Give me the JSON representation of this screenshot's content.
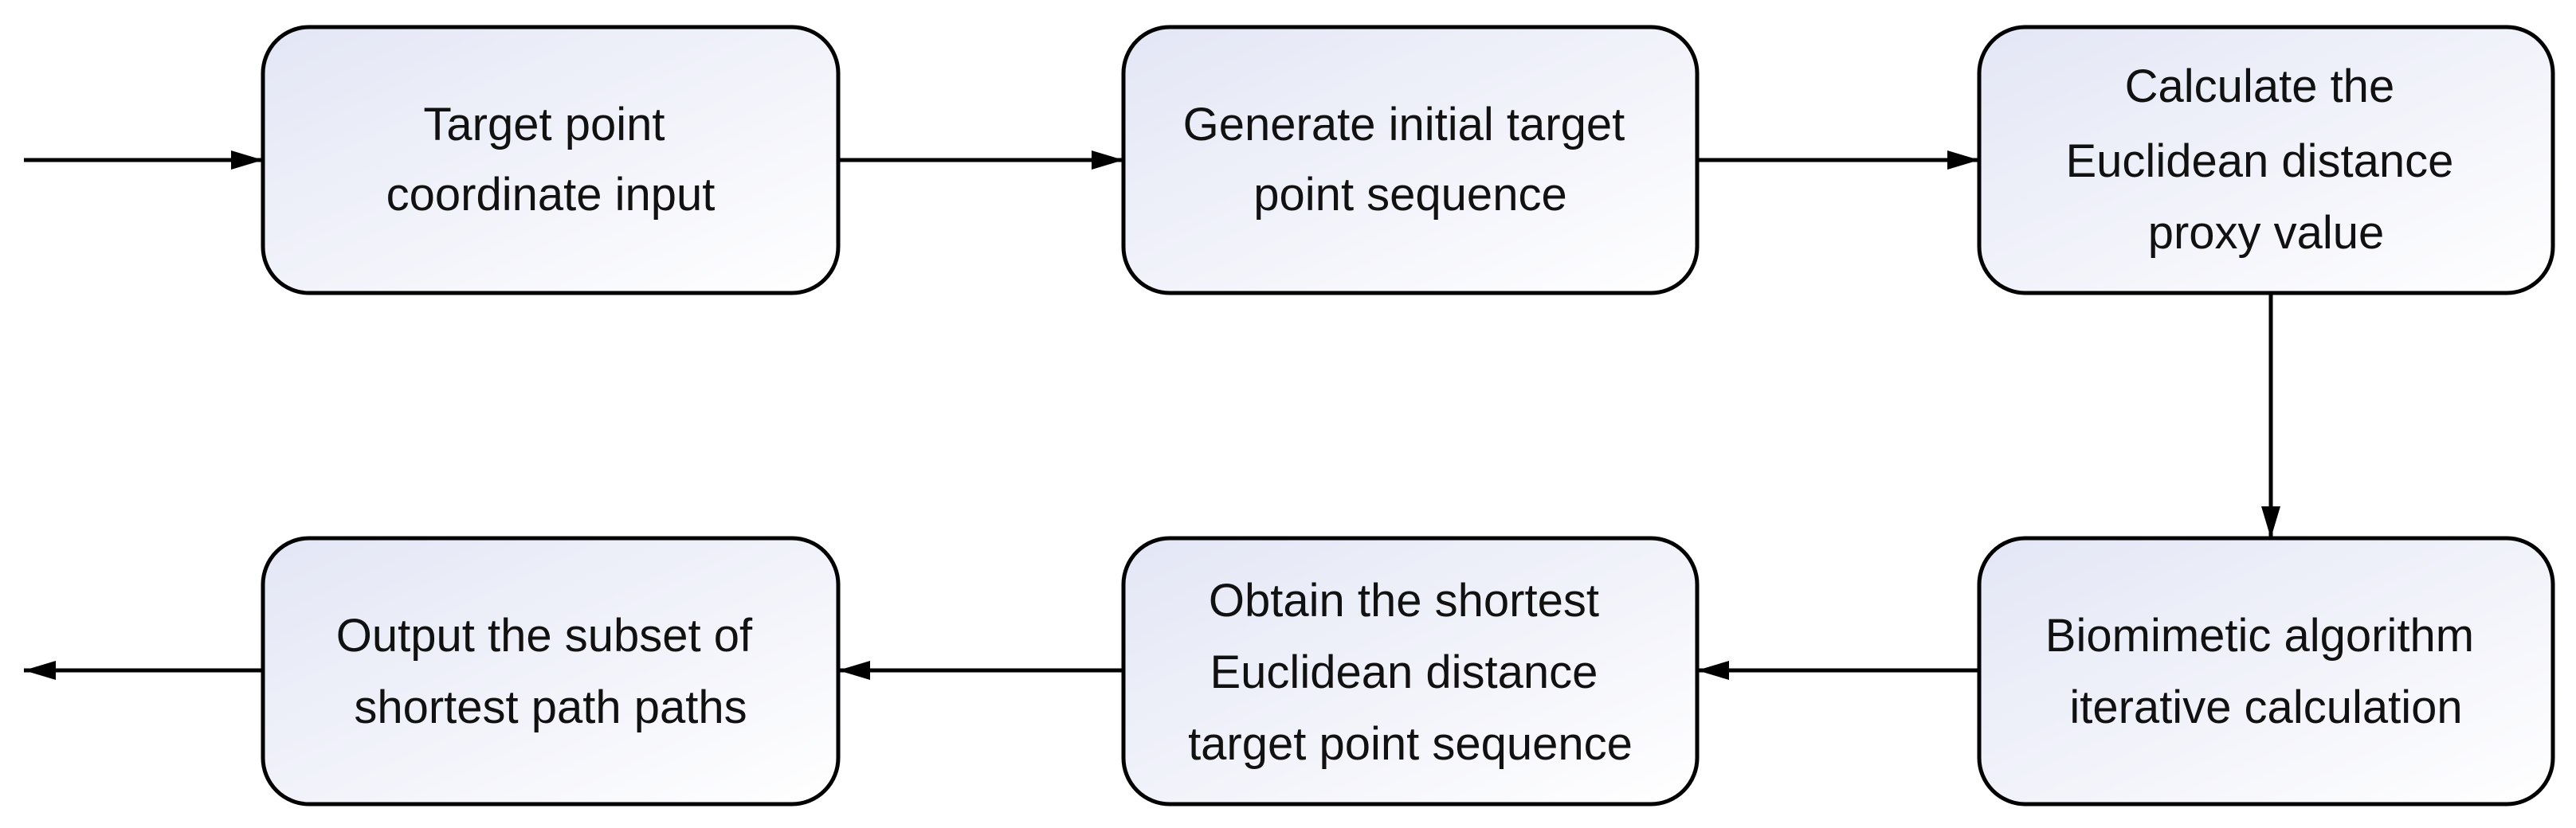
{
  "diagram": {
    "nodes": [
      {
        "id": "target-input",
        "lines": [
          "Target point",
          "coordinate input"
        ]
      },
      {
        "id": "generate-sequence",
        "lines": [
          "Generate initial target",
          "point sequence"
        ]
      },
      {
        "id": "calc-distance",
        "lines": [
          "Calculate the",
          "Euclidean distance",
          "proxy value"
        ]
      },
      {
        "id": "biomimetic",
        "lines": [
          "Biomimetic algorithm",
          "iterative calculation"
        ]
      },
      {
        "id": "obtain-shortest",
        "lines": [
          "Obtain the shortest",
          "Euclidean distance",
          "target point sequence"
        ]
      },
      {
        "id": "output-subset",
        "lines": [
          "Output the subset of",
          "shortest path paths"
        ]
      }
    ],
    "colors": {
      "stroke": "#000000",
      "fill_top": "#e6e8f6",
      "fill_bottom": "#ffffff",
      "text": "#111111"
    }
  }
}
